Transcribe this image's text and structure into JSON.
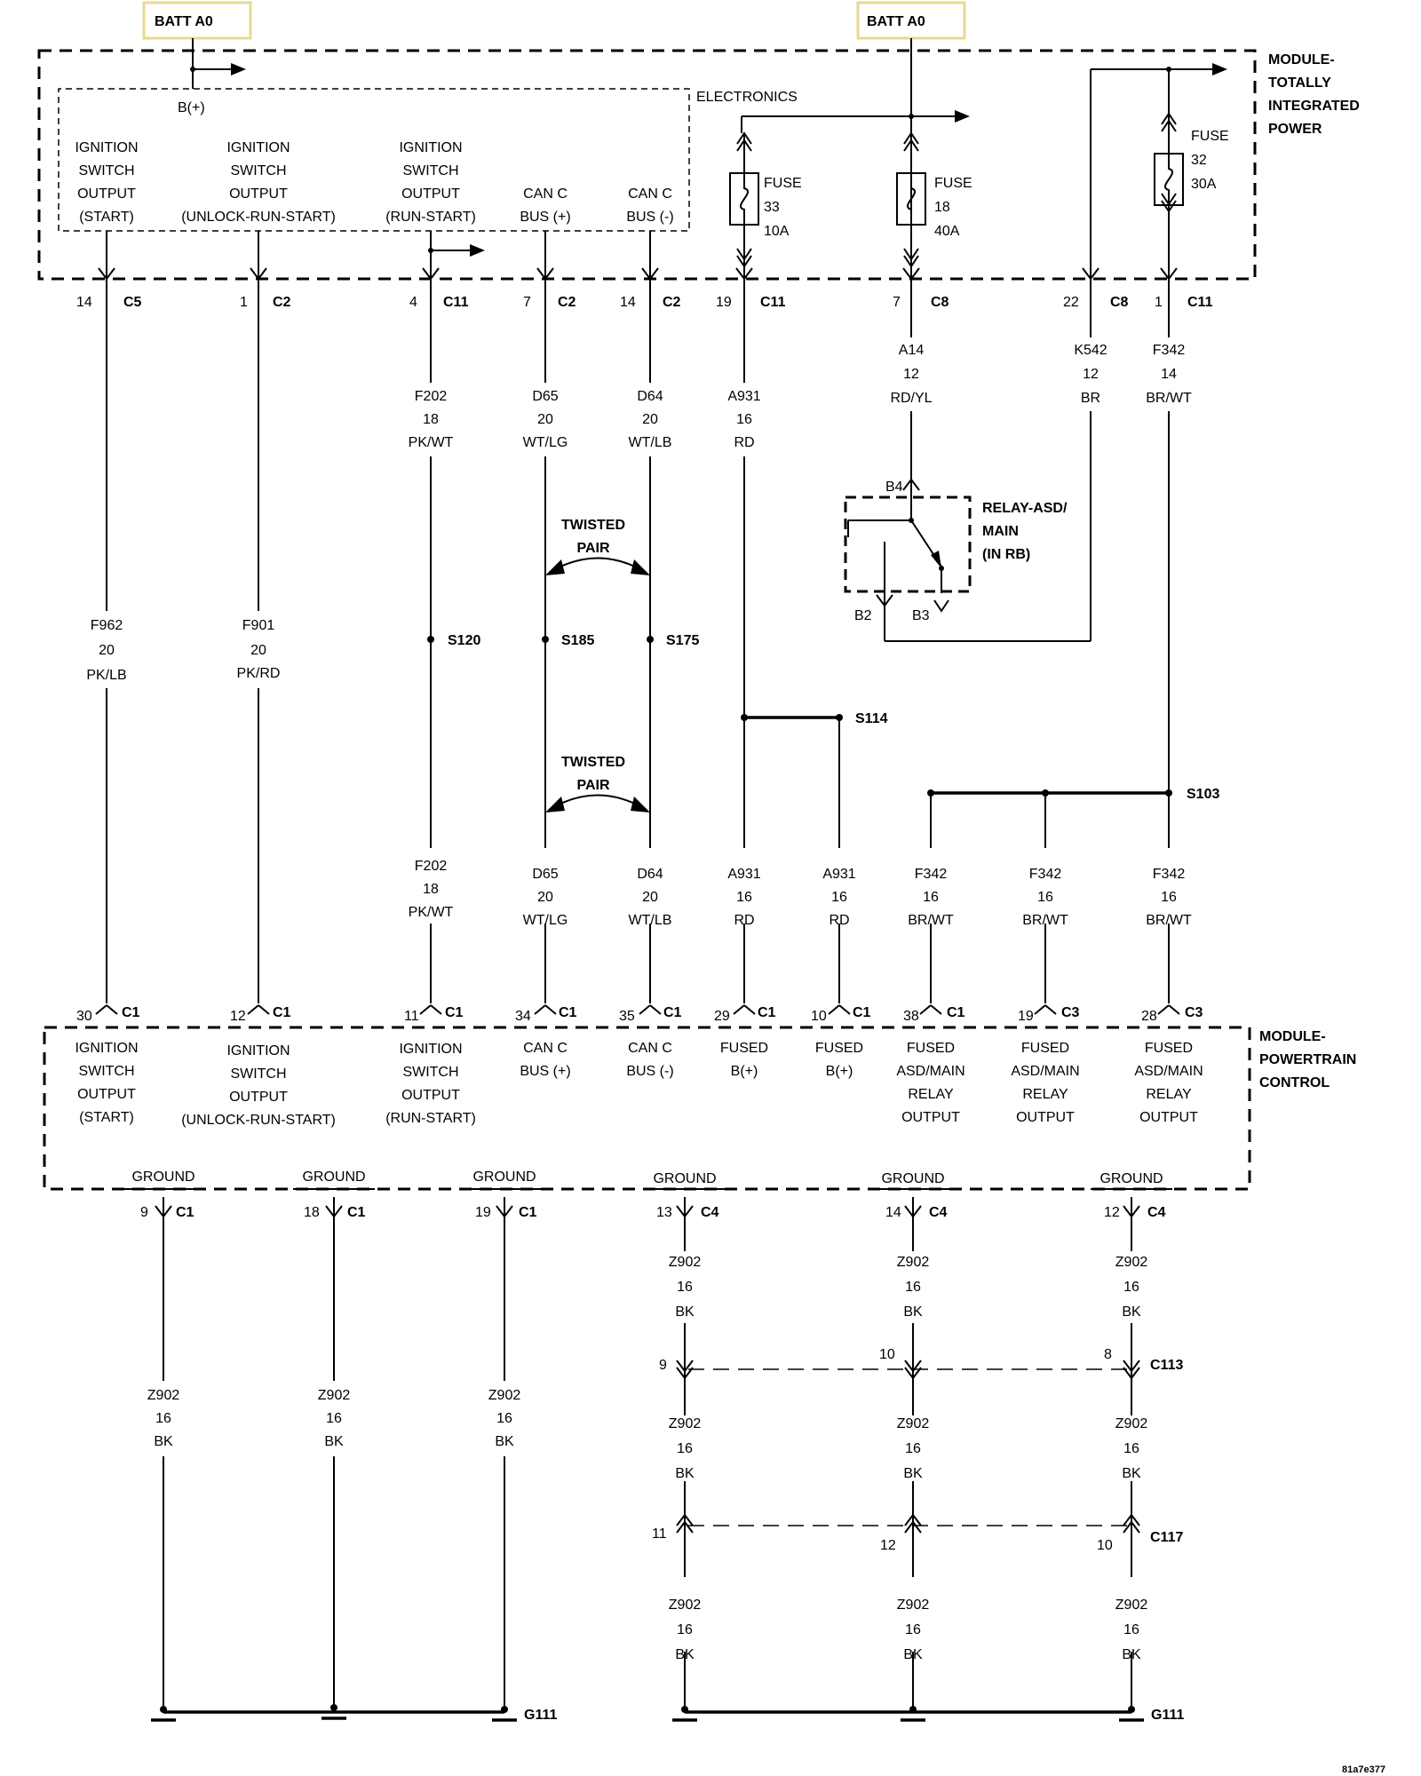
{
  "batt_left": "BATT A0",
  "batt_right": "BATT A0",
  "tipm": {
    "name": [
      "MODULE-",
      "TOTALLY",
      "INTEGRATED",
      "POWER"
    ],
    "bplus": "B(+)",
    "electronics": "ELECTRONICS",
    "fuses": [
      {
        "id": "fuse33",
        "lines": [
          "FUSE",
          "33",
          "10A"
        ]
      },
      {
        "id": "fuse18",
        "lines": [
          "FUSE",
          "18",
          "40A"
        ]
      },
      {
        "id": "fuse32",
        "lines": [
          "FUSE",
          "32",
          "30A"
        ]
      }
    ],
    "functions": [
      {
        "id": "ign-start",
        "lines": [
          "IGNITION",
          "SWITCH",
          "OUTPUT",
          "(START)"
        ]
      },
      {
        "id": "ign-unlock",
        "lines": [
          "IGNITION",
          "SWITCH",
          "OUTPUT",
          "(UNLOCK-RUN-START)"
        ]
      },
      {
        "id": "ign-run",
        "lines": [
          "IGNITION",
          "SWITCH",
          "OUTPUT",
          "(RUN-START)"
        ]
      },
      {
        "id": "canc-plus",
        "lines": [
          "CAN C",
          "BUS (+)"
        ]
      },
      {
        "id": "canc-minus",
        "lines": [
          "CAN C",
          "BUS (-)"
        ]
      }
    ],
    "pins": [
      {
        "num": "14",
        "conn": "C5"
      },
      {
        "num": "1",
        "conn": "C2"
      },
      {
        "num": "4",
        "conn": "C11"
      },
      {
        "num": "7",
        "conn": "C2"
      },
      {
        "num": "14",
        "conn": "C2"
      },
      {
        "num": "19",
        "conn": "C11"
      },
      {
        "num": "7",
        "conn": "C8"
      },
      {
        "num": "22",
        "conn": "C8"
      },
      {
        "num": "1",
        "conn": "C11"
      }
    ]
  },
  "pcm": {
    "name": [
      "MODULE-",
      "POWERTRAIN",
      "CONTROL"
    ],
    "pins": [
      {
        "num": "30",
        "conn": "C1"
      },
      {
        "num": "12",
        "conn": "C1"
      },
      {
        "num": "11",
        "conn": "C1"
      },
      {
        "num": "34",
        "conn": "C1"
      },
      {
        "num": "35",
        "conn": "C1"
      },
      {
        "num": "29",
        "conn": "C1"
      },
      {
        "num": "10",
        "conn": "C1"
      },
      {
        "num": "38",
        "conn": "C1"
      },
      {
        "num": "19",
        "conn": "C3"
      },
      {
        "num": "28",
        "conn": "C3"
      }
    ],
    "functions": [
      {
        "id": "p-ign-start",
        "lines": [
          "IGNITION",
          "SWITCH",
          "OUTPUT",
          "(START)"
        ]
      },
      {
        "id": "p-ign-unlock",
        "lines": [
          "IGNITION",
          "SWITCH",
          "OUTPUT",
          "(UNLOCK-RUN-START)"
        ]
      },
      {
        "id": "p-ign-run",
        "lines": [
          "IGNITION",
          "SWITCH",
          "OUTPUT",
          "(RUN-START)"
        ]
      },
      {
        "id": "p-canc-plus",
        "lines": [
          "CAN C",
          "BUS (+)"
        ]
      },
      {
        "id": "p-canc-minus",
        "lines": [
          "CAN C",
          "BUS (-)"
        ]
      },
      {
        "id": "p-fused-b1",
        "lines": [
          "FUSED",
          "B(+)"
        ]
      },
      {
        "id": "p-fused-b2",
        "lines": [
          "FUSED",
          "B(+)"
        ]
      },
      {
        "id": "p-asd1",
        "lines": [
          "FUSED",
          "ASD/MAIN",
          "RELAY",
          "OUTPUT"
        ]
      },
      {
        "id": "p-asd2",
        "lines": [
          "FUSED",
          "ASD/MAIN",
          "RELAY",
          "OUTPUT"
        ]
      },
      {
        "id": "p-asd3",
        "lines": [
          "FUSED",
          "ASD/MAIN",
          "RELAY",
          "OUTPUT"
        ]
      }
    ],
    "grounds": [
      {
        "label": "GROUND",
        "num": "9",
        "conn": "C1"
      },
      {
        "label": "GROUND",
        "num": "18",
        "conn": "C1"
      },
      {
        "label": "GROUND",
        "num": "19",
        "conn": "C1"
      },
      {
        "label": "GROUND",
        "num": "13",
        "conn": "C4"
      },
      {
        "label": "GROUND",
        "num": "14",
        "conn": "C4"
      },
      {
        "label": "GROUND",
        "num": "12",
        "conn": "C4"
      }
    ]
  },
  "wires_upper": [
    {
      "id": "F962",
      "lines": [
        "F962",
        "20",
        "PK/LB"
      ]
    },
    {
      "id": "F901",
      "lines": [
        "F901",
        "20",
        "PK/RD"
      ]
    },
    {
      "id": "F202",
      "lines": [
        "F202",
        "18",
        "PK/WT"
      ]
    },
    {
      "id": "D65",
      "lines": [
        "D65",
        "20",
        "WT/LG"
      ]
    },
    {
      "id": "D64",
      "lines": [
        "D64",
        "20",
        "WT/LB"
      ]
    },
    {
      "id": "A931",
      "lines": [
        "A931",
        "16",
        "RD"
      ]
    },
    {
      "id": "A14",
      "lines": [
        "A14",
        "12",
        "RD/YL"
      ]
    },
    {
      "id": "K542",
      "lines": [
        "K542",
        "12",
        "BR"
      ]
    },
    {
      "id": "F342",
      "lines": [
        "F342",
        "14",
        "BR/WT"
      ]
    }
  ],
  "wires_lower": [
    {
      "id": "F202b",
      "lines": [
        "F202",
        "18",
        "PK/WT"
      ]
    },
    {
      "id": "D65b",
      "lines": [
        "D65",
        "20",
        "WT/LG"
      ]
    },
    {
      "id": "D64b",
      "lines": [
        "D64",
        "20",
        "WT/LB"
      ]
    },
    {
      "id": "A931b",
      "lines": [
        "A931",
        "16",
        "RD"
      ]
    },
    {
      "id": "A931c",
      "lines": [
        "A931",
        "16",
        "RD"
      ]
    },
    {
      "id": "F342b",
      "lines": [
        "F342",
        "16",
        "BR/WT"
      ]
    },
    {
      "id": "F342c",
      "lines": [
        "F342",
        "16",
        "BR/WT"
      ]
    },
    {
      "id": "F342d",
      "lines": [
        "F342",
        "16",
        "BR/WT"
      ]
    }
  ],
  "twisted_pair": [
    "TWISTED",
    "PAIR"
  ],
  "splices": [
    "S120",
    "S185",
    "S175",
    "S114",
    "S103"
  ],
  "relay": {
    "name": [
      "RELAY-ASD/",
      "MAIN",
      "(IN RB)"
    ],
    "b4": "B4",
    "b2": "B2",
    "b3": "B3"
  },
  "ground_wire": [
    "Z902",
    "16",
    "BK"
  ],
  "c113": {
    "name": "C113",
    "pins": [
      "9",
      "10",
      "8"
    ]
  },
  "c117": {
    "name": "C117",
    "pins": [
      "11",
      "12",
      "10"
    ]
  },
  "g111": "G111",
  "image_code": "81a7e377"
}
